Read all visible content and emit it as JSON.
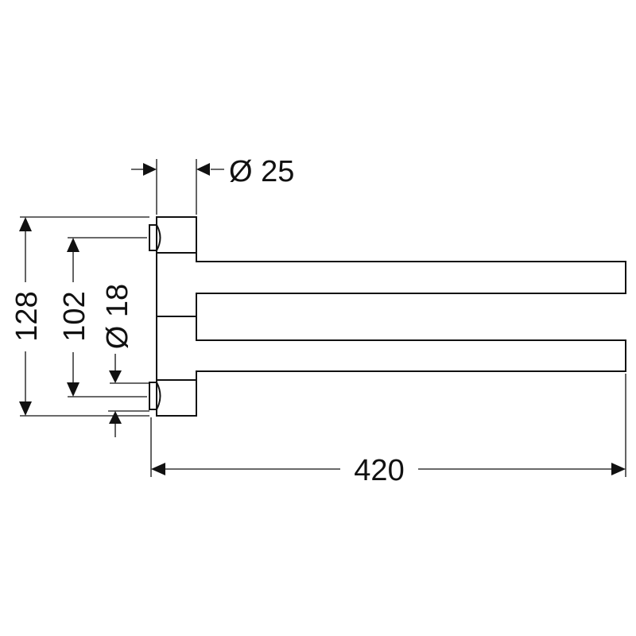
{
  "dimensions": {
    "height_total": "128",
    "height_centers": "102",
    "rod_diameter": "Ø 18",
    "mount_diameter": "Ø 25",
    "length": "420"
  }
}
